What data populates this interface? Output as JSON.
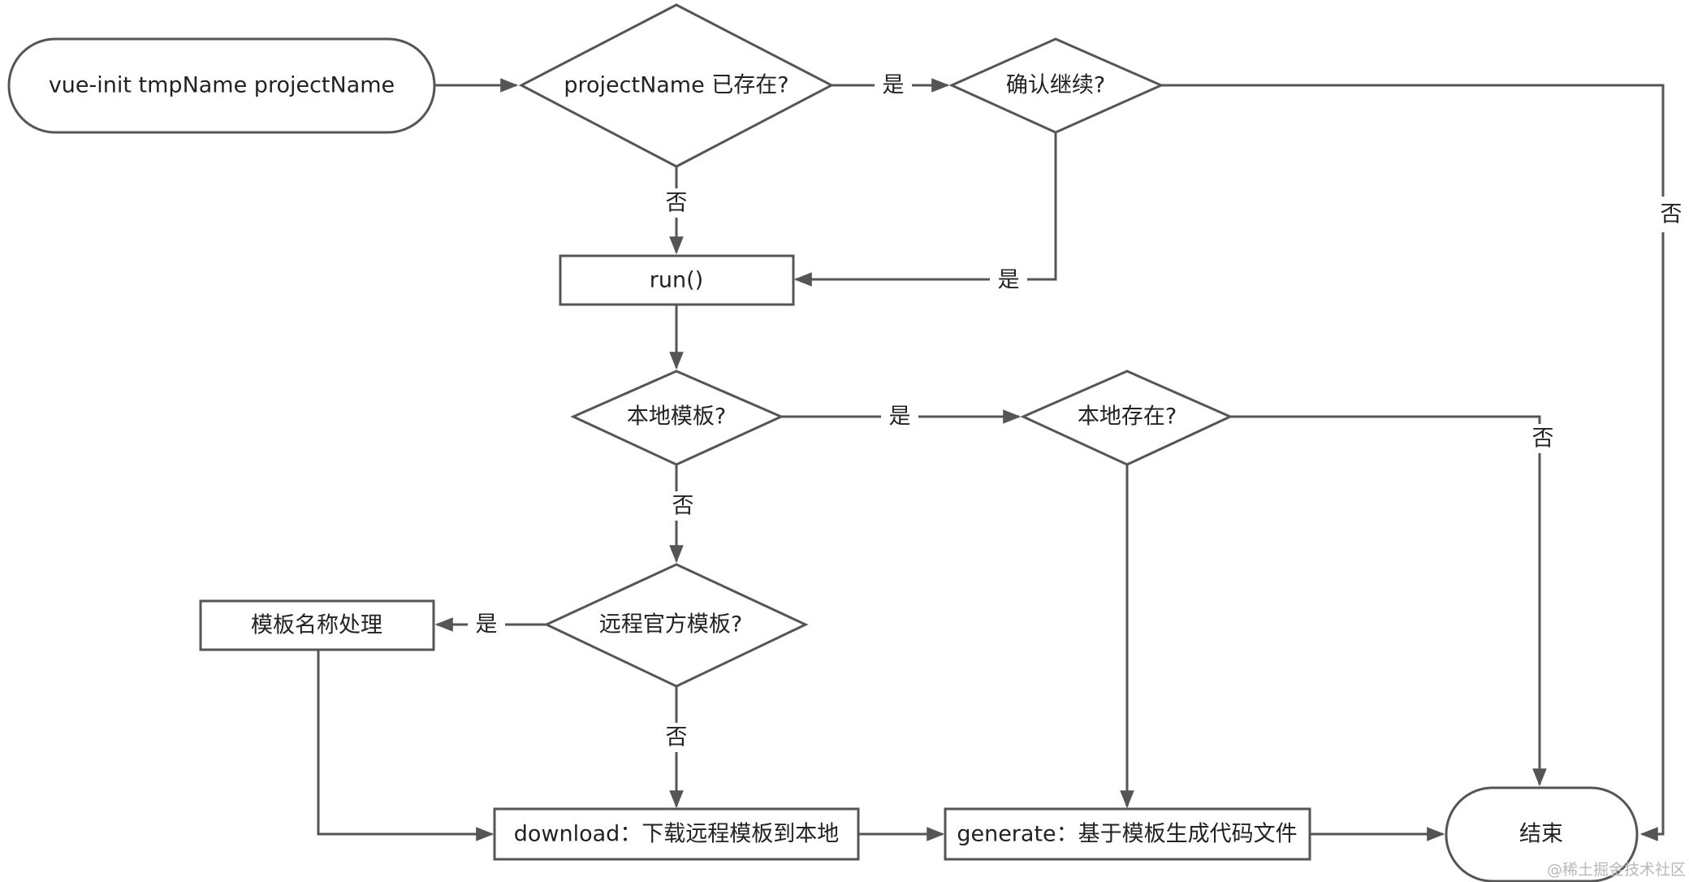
{
  "flowchart": {
    "nodes": {
      "start": "vue-init tmpName projectName",
      "project_exists": "projectName 已存在?",
      "confirm_continue": "确认继续?",
      "run": "run()",
      "local_template": "本地模板?",
      "local_exists": "本地存在?",
      "remote_official": "远程官方模板?",
      "template_name": "模板名称处理",
      "download": "download：下载远程模板到本地",
      "generate": "generate：基于模板生成代码文件",
      "end": "结束"
    },
    "edge_labels": {
      "project_exists_yes": "是",
      "project_exists_no": "否",
      "confirm_continue_yes": "是",
      "confirm_continue_no": "否",
      "local_template_yes": "是",
      "local_template_no": "否",
      "local_exists_no": "否",
      "remote_official_yes": "是",
      "remote_official_no": "否"
    }
  },
  "watermark": "@稀土掘金技术社区",
  "colors": {
    "stroke": "#555555",
    "text": "#222222",
    "background": "#ffffff",
    "watermark": "#b8b8b8"
  }
}
